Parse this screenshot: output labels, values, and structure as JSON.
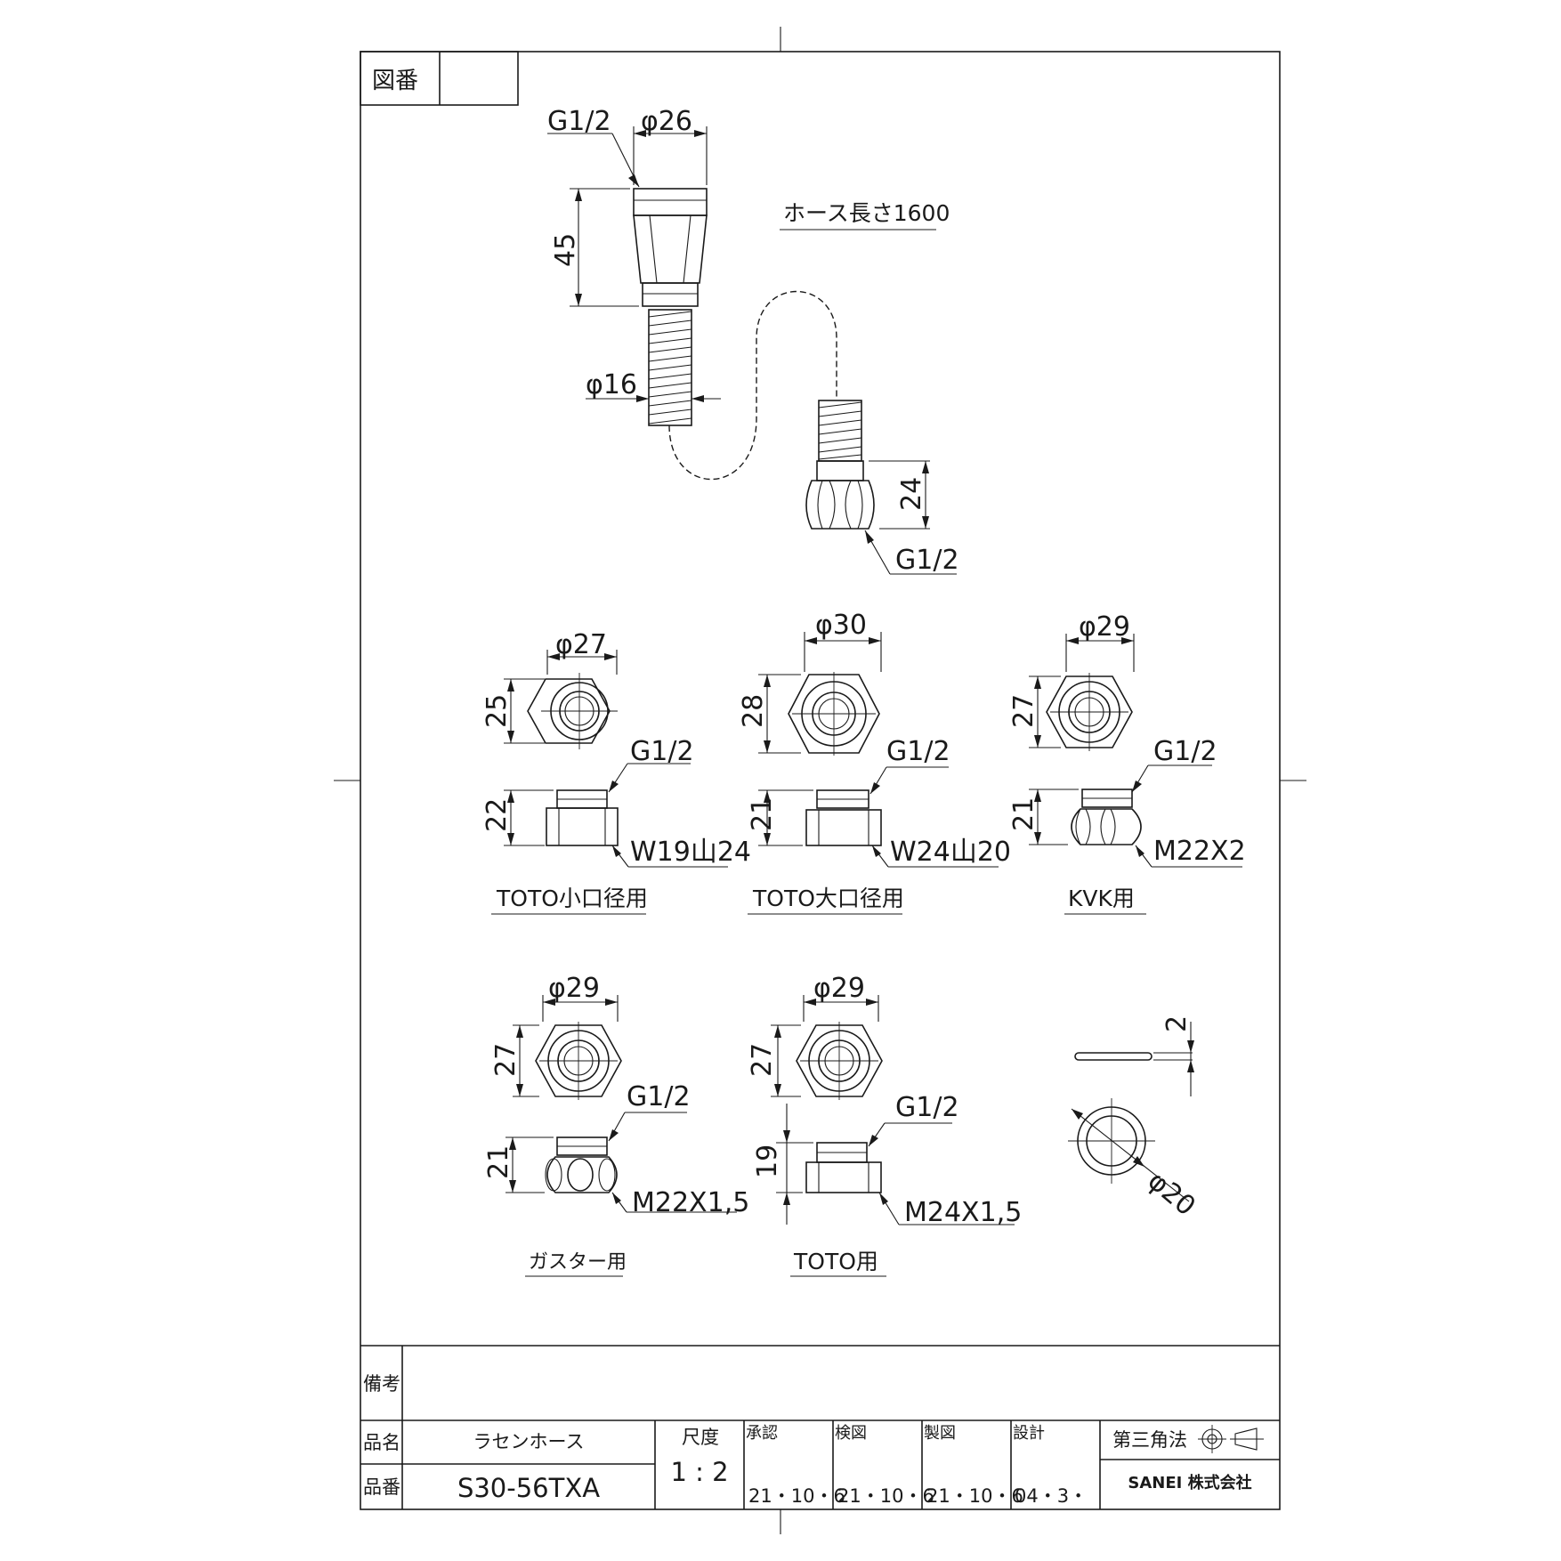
{
  "drawing_number_label": "図番",
  "drawing_number_value": "",
  "hose": {
    "thread_top": "G1/2",
    "dia_top": "φ26",
    "height_top": "45",
    "hose_dia": "φ16",
    "length_note": "ホース長さ1600",
    "height_bottom": "24",
    "thread_bottom": "G1/2"
  },
  "adapters": [
    {
      "name": "TOTO小口径用",
      "dia": "φ27",
      "height": "25",
      "thread": "G1/2",
      "body_height": "22",
      "spec": "W19山24"
    },
    {
      "name": "TOTO大口径用",
      "dia": "φ30",
      "height": "28",
      "thread": "G1/2",
      "body_height": "21",
      "spec": "W24山20"
    },
    {
      "name": "KVK用",
      "dia": "φ29",
      "height": "27",
      "thread": "G1/2",
      "body_height": "21",
      "spec": "M22X2"
    },
    {
      "name": "ガスター用",
      "dia": "φ29",
      "height": "27",
      "thread": "G1/2",
      "body_height": "21",
      "spec": "M22X1,5"
    },
    {
      "name": "TOTO用",
      "dia": "φ29",
      "height": "27",
      "thread": "G1/2",
      "body_height": "19",
      "spec": "M24X1,5"
    }
  ],
  "packing": {
    "thickness": "2",
    "dia": "φ20"
  },
  "title_block": {
    "remarks_label": "備考",
    "remarks_value": "",
    "product_name_label": "品名",
    "product_name": "ラセンホース",
    "part_number_label": "品番",
    "part_number": "S30-56TXA",
    "scale_label": "尺度",
    "scale": "1 : 2",
    "approved_label": "承認",
    "approved_date": "21・10・6",
    "checked_label": "検図",
    "checked_date": "21・10・6",
    "drawn_label": "製図",
    "drawn_date": "21・10・6",
    "designed_label": "設計",
    "designed_date": "04・3・",
    "projection": "第三角法",
    "company": "SANEI 株式会社"
  }
}
